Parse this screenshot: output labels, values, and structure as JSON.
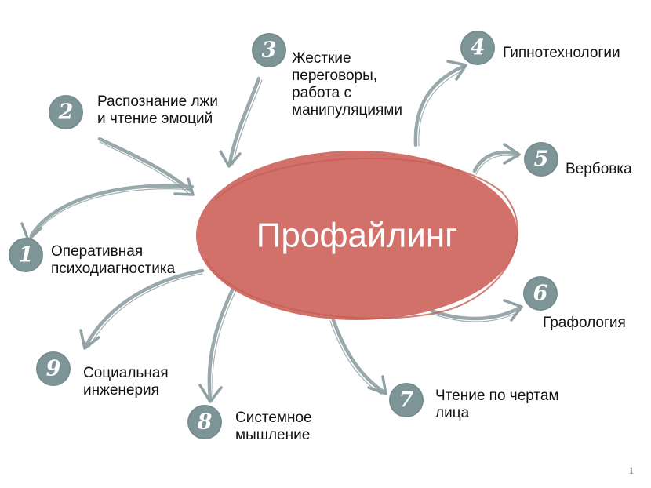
{
  "center": {
    "title": "Профайлинг"
  },
  "colors": {
    "center": "#d2706a",
    "badge": "#7e9598",
    "arrow": "#98a8ab"
  },
  "nodes": [
    {
      "number": "1",
      "lines": [
        "Оперативная",
        "психодиагностика"
      ]
    },
    {
      "number": "2",
      "lines": [
        "Распознание лжи",
        "и чтение эмоций"
      ]
    },
    {
      "number": "3",
      "lines": [
        "Жесткие",
        "переговоры,",
        "работа с",
        "манипуляциями"
      ]
    },
    {
      "number": "4",
      "lines": [
        "Гипнотехнологии"
      ]
    },
    {
      "number": "5",
      "lines": [
        "Вербовка"
      ]
    },
    {
      "number": "6",
      "lines": [
        "Графология"
      ]
    },
    {
      "number": "7",
      "lines": [
        "Чтение по чертам",
        "лица"
      ]
    },
    {
      "number": "8",
      "lines": [
        "Системное",
        "мышление"
      ]
    },
    {
      "number": "9",
      "lines": [
        "Социальная",
        "инженерия"
      ]
    }
  ],
  "page_number": "1"
}
